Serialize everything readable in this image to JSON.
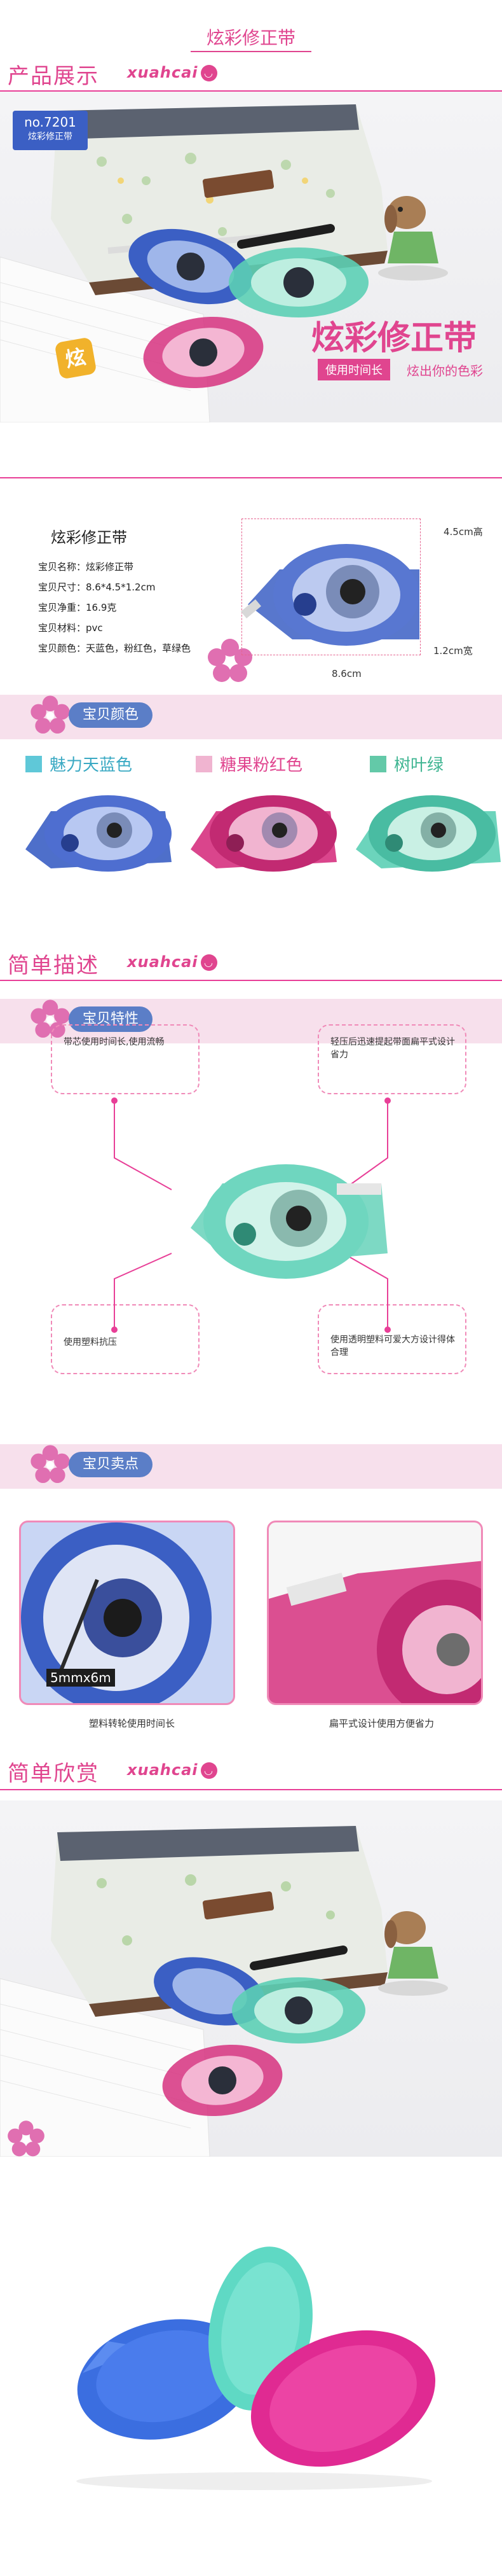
{
  "top_banner": {
    "title": "炫彩修正带"
  },
  "section1": {
    "title": "产品展示",
    "brand": "xuahcai",
    "badge_model": "no.7201",
    "badge_sub": "炫彩修正带",
    "logo_glyph": "炫"
  },
  "hero": {
    "headline": "炫彩修正带",
    "tagline_box": "使用时间长",
    "tagline": "炫出你的色彩"
  },
  "specs": {
    "title": "炫彩修正带",
    "lines": [
      "宝贝名称：炫彩修正带",
      "宝贝尺寸：8.6*4.5*1.2cm",
      "宝贝净重：16.9克",
      "宝贝材料：pvc",
      "宝贝颜色：天蓝色，粉红色，草绿色"
    ],
    "dim_height": "4.5cm高",
    "dim_width": "1.2cm宽",
    "dim_length": "8.6cm"
  },
  "colors": {
    "pill": "宝贝颜色",
    "items": [
      {
        "name": "魅力天蓝色",
        "color": "#5fc8d8"
      },
      {
        "name": "糖果粉红色",
        "color": "#f0b4d0"
      },
      {
        "name": "树叶绿",
        "color": "#63c9a8"
      }
    ]
  },
  "section2": {
    "title": "简单描述",
    "brand": "xuahcai",
    "pill": "宝贝特性",
    "notes": [
      "带芯使用时间长,使用流畅",
      "轻压后迅速提起带面扁平式设计省力",
      "使用塑料抗压",
      "使用透明塑料可爱大方设计得体合理"
    ]
  },
  "selling": {
    "pill": "宝贝卖点",
    "captions": [
      "塑料转轮使用时间长",
      "扁平式设计使用方便省力"
    ],
    "tape_label": "5mmx6m"
  },
  "section3": {
    "title": "简单欣赏",
    "brand": "xuahcai"
  },
  "palette": {
    "accent": "#e0458f",
    "blue": "#3b5fc4",
    "pink": "#d6317f",
    "mint": "#5ccfb5"
  }
}
